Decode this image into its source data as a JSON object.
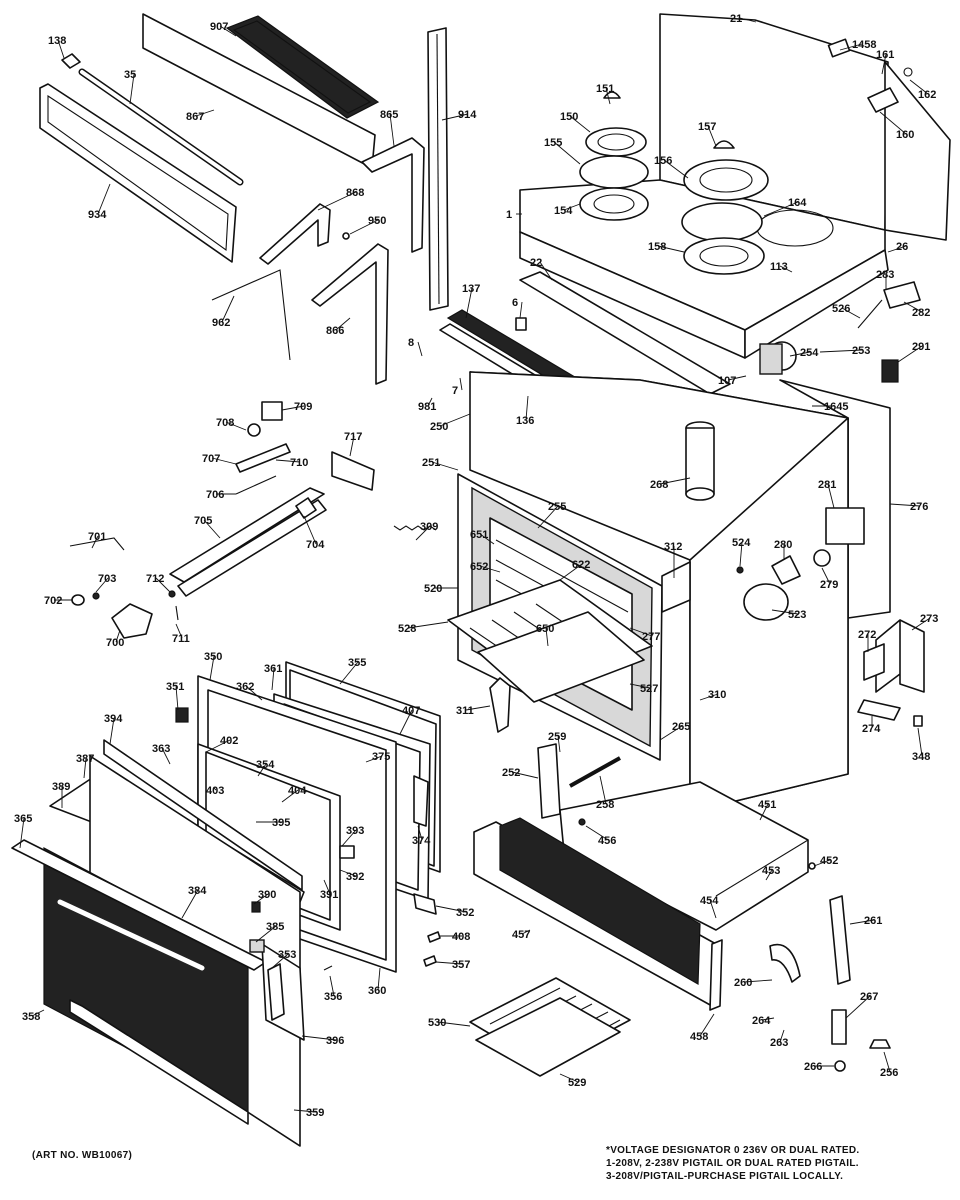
{
  "diagram": {
    "callouts": [
      "138",
      "35",
      "867",
      "907",
      "914",
      "865",
      "934",
      "868",
      "950",
      "962",
      "866",
      "21",
      "1458",
      "161",
      "162",
      "160",
      "151",
      "150",
      "155",
      "157",
      "156",
      "154",
      "164",
      "158",
      "1",
      "113",
      "26",
      "22",
      "6",
      "137",
      "8",
      "981",
      "7",
      "136",
      "283",
      "282",
      "526",
      "254",
      "253",
      "107",
      "291",
      "1645",
      "250",
      "251",
      "268",
      "276",
      "281",
      "717",
      "708",
      "709",
      "707",
      "710",
      "706",
      "705",
      "704",
      "701",
      "703",
      "702",
      "712",
      "711",
      "700",
      "309",
      "255",
      "651",
      "652",
      "622",
      "520",
      "312",
      "524",
      "280",
      "279",
      "528",
      "650",
      "277",
      "523",
      "272",
      "273",
      "274",
      "348",
      "350",
      "361",
      "355",
      "351",
      "362",
      "407",
      "394",
      "363",
      "402",
      "354",
      "375",
      "387",
      "389",
      "403",
      "404",
      "395",
      "365",
      "393",
      "392",
      "374",
      "391",
      "384",
      "390",
      "385",
      "353",
      "356",
      "358",
      "396",
      "359",
      "360",
      "352",
      "408",
      "357",
      "311",
      "527",
      "310",
      "259",
      "265",
      "252",
      "258",
      "451",
      "456",
      "453",
      "452",
      "454",
      "457",
      "261",
      "260",
      "264",
      "263",
      "267",
      "266",
      "256",
      "458",
      "530",
      "529"
    ]
  },
  "footer": {
    "art_no": "(ART NO. WB10067)",
    "note_lines": [
      "*VOLTAGE DESIGNATOR 0  236V OR DUAL RATED.",
      "1-208V, 2-238V  PIGTAIL OR DUAL RATED PIGTAIL.",
      "3-208V/PIGTAIL-PURCHASE PIGTAIL LOCALLY."
    ]
  }
}
